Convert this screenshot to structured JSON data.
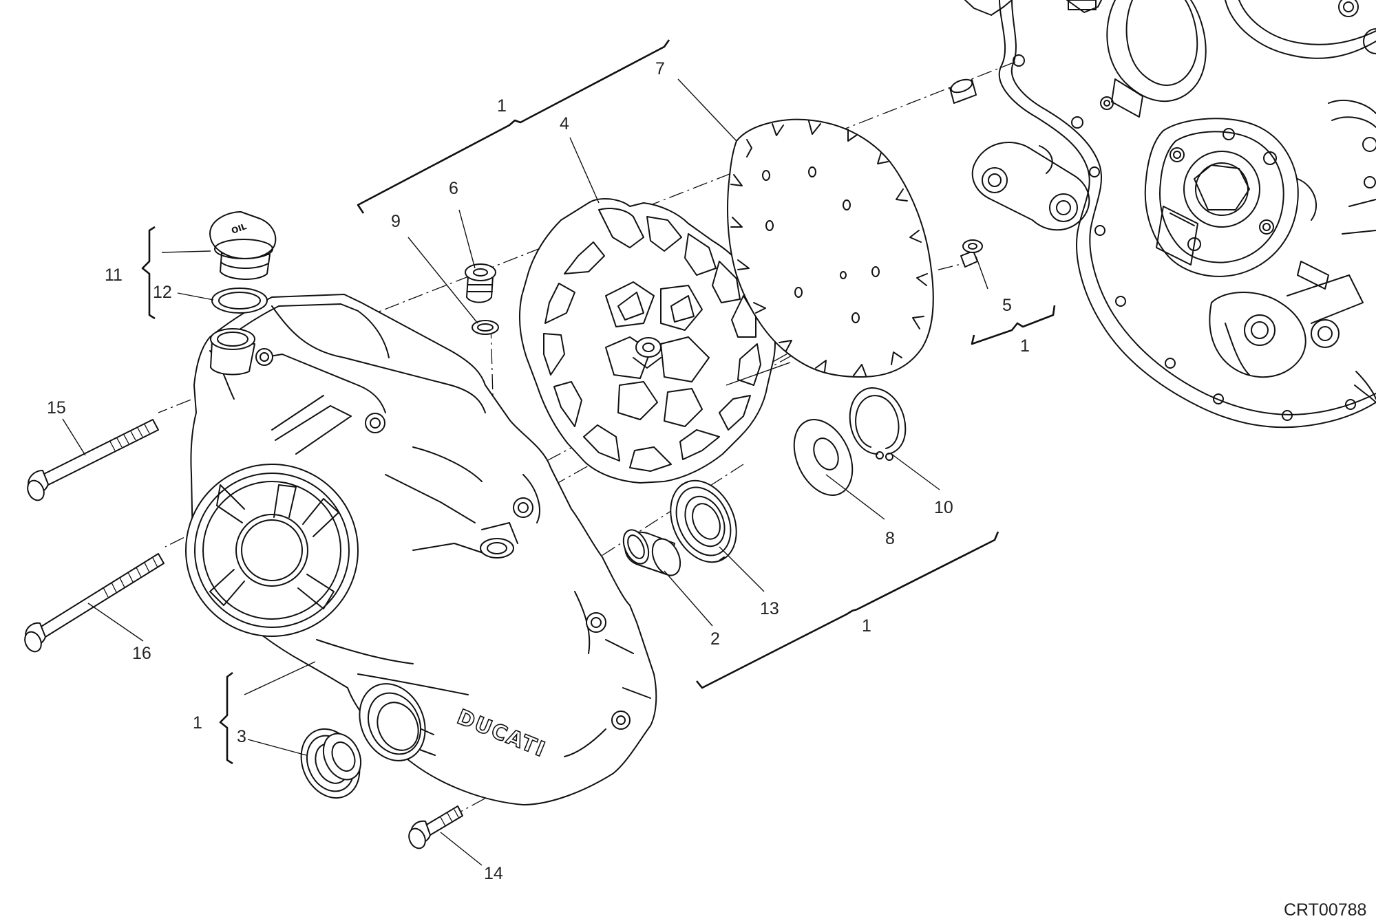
{
  "diagram": {
    "code": "CRT00788",
    "brand_text": "DUCATI",
    "oil_cap_text": "OIL",
    "callouts": {
      "c1_top": "1",
      "c1_right": "1",
      "c1_bottom": "1",
      "c1_left": "1",
      "c2": "2",
      "c3": "3",
      "c4": "4",
      "c5": "5",
      "c6": "6",
      "c7": "7",
      "c8": "8",
      "c9": "9",
      "c10": "10",
      "c11": "11",
      "c12": "12",
      "c13": "13",
      "c14": "14",
      "c15": "15",
      "c16": "16"
    }
  }
}
